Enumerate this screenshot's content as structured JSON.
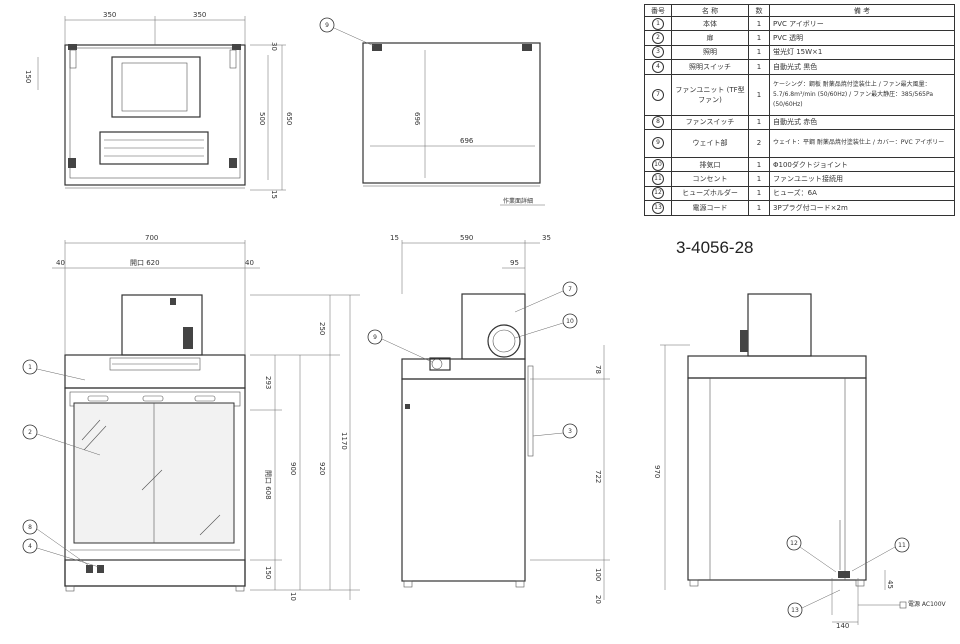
{
  "catalog_number": "3-4056-28",
  "plan_view_caption": "作業面詳細",
  "table": {
    "headers": [
      "番号",
      "名 称",
      "数",
      "備 考"
    ],
    "rows": [
      {
        "no": "1",
        "name": "本体",
        "qty": "1",
        "note": "PVC アイボリー"
      },
      {
        "no": "2",
        "name": "扉",
        "qty": "1",
        "note": "PVC 透明"
      },
      {
        "no": "3",
        "name": "照明",
        "qty": "1",
        "note": "蛍光灯 15W×1"
      },
      {
        "no": "4",
        "name": "照明スイッチ",
        "qty": "1",
        "note": "自動光式 黒色"
      },
      {
        "no": "7",
        "name": "ファンユニット (TF型ファン)",
        "qty": "1",
        "note": "ケーシング：鋼板 耐薬品焼付塗装仕上 / ファン最大風量：5.7/6.8m³/min (50/60Hz) / ファン最大静圧：385/565Pa (50/60Hz)"
      },
      {
        "no": "8",
        "name": "ファンスイッチ",
        "qty": "1",
        "note": "自動光式 赤色"
      },
      {
        "no": "9",
        "name": "ウェイト部",
        "qty": "2",
        "note": "ウェイト：平鋼 耐薬品焼付塗装仕上 / カバー：PVC アイボリー"
      },
      {
        "no": "10",
        "name": "排気口",
        "qty": "1",
        "note": "Φ100ダクトジョイント"
      },
      {
        "no": "11",
        "name": "コンセント",
        "qty": "1",
        "note": "ファンユニット接続用"
      },
      {
        "no": "12",
        "name": "ヒューズホルダー",
        "qty": "1",
        "note": "ヒューズ：6A"
      },
      {
        "no": "13",
        "name": "電源コード",
        "qty": "1",
        "note": "3Pプラグ付コード×2m"
      }
    ]
  },
  "dims": {
    "top_a": "350",
    "top_b": "350",
    "top_r1": "30",
    "top_r2": "500",
    "top_r3": "650",
    "top_r4": "15",
    "top_l": "150",
    "side_top_w": "696",
    "side_top_h": "696",
    "front_w": "700",
    "front_open": "開口 620",
    "front_l40": "40",
    "front_r40": "40",
    "front_250": "250",
    "front_293": "293",
    "front_open_h": "開口 608",
    "front_900": "900",
    "front_920": "920",
    "front_1170": "1170",
    "front_150": "150",
    "front_10": "10",
    "side_15": "15",
    "side_590": "590",
    "side_35": "35",
    "side_95": "95",
    "side_78": "78",
    "side_722": "722",
    "side_100": "100",
    "side_20": "20",
    "back_970": "970",
    "back_140": "140",
    "back_45": "45",
    "power_label": "電源 AC100V"
  },
  "bubbles": {
    "b1": "1",
    "b2": "2",
    "b3": "3",
    "b7": "7",
    "b8": "8",
    "b4": "4",
    "b9": "9",
    "b10": "10",
    "b11": "11",
    "b12": "12",
    "b13": "13"
  }
}
